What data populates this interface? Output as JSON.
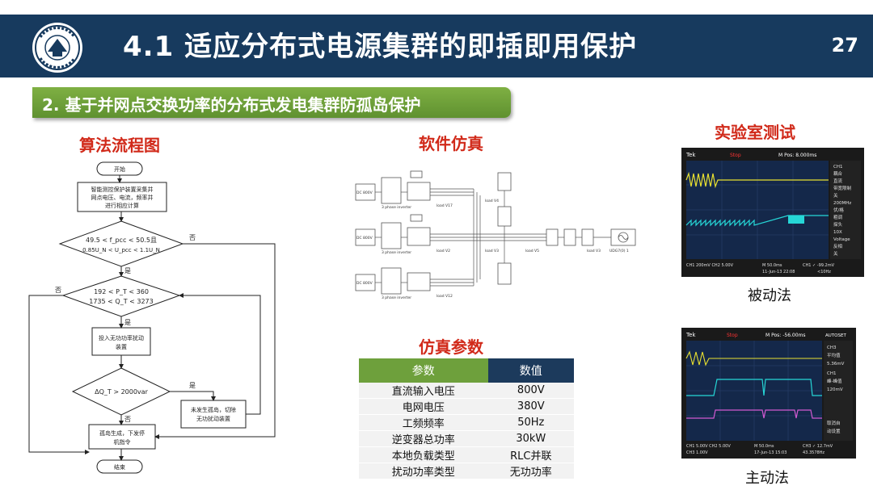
{
  "header": {
    "title": "4.1 适应分布式电源集群的即插即用保护",
    "page_number": "27"
  },
  "subtitle": "2. 基于并网点交换功率的分布式发电集群防孤岛保护",
  "flowchart": {
    "title": "算法流程图",
    "start": "开始",
    "step1": [
      "智能测控保护装置采集并",
      "网点电压、电流，频率并",
      "进行相应计算"
    ],
    "dec1": [
      "49.5 < f_pcc < 50.5且",
      "0.85U_N < U_pcc < 1.1U_N"
    ],
    "dec2": [
      "192 < P_T < 360",
      "1735 < Q_T < 3273"
    ],
    "step2": [
      "投入无功功率扰动",
      "装置"
    ],
    "dec3": "ΔQ_T > 2000var",
    "step3": [
      "未发生孤岛，切除",
      "无功扰动装置"
    ],
    "step4": [
      "孤岛生成，下发停",
      "机指令"
    ],
    "end": "结束",
    "yes": "是",
    "no": "否"
  },
  "software": {
    "title": "软件仿真",
    "labels": [
      "DC 800V",
      "DC 800V",
      "DC 800V",
      "3 phase inverter",
      "3 phase inverter",
      "3 phase inverter",
      "load V17",
      "load V2",
      "load V12",
      "load V3",
      "load V4",
      "load V5",
      "load V3",
      "UDG7(0) 1"
    ]
  },
  "params": {
    "title": "仿真参数",
    "headers": [
      "参数",
      "数值"
    ],
    "rows": [
      [
        "直流输入电压",
        "800V"
      ],
      [
        "电网电压",
        "380V"
      ],
      [
        "工频频率",
        "50Hz"
      ],
      [
        "逆变器总功率",
        "30kW"
      ],
      [
        "本地负载类型",
        "RLC并联"
      ],
      [
        "扰动功率类型",
        "无功功率"
      ]
    ]
  },
  "lab": {
    "title": "实验室测试",
    "scope1": {
      "caption": "被动法",
      "brand": "Tek",
      "status": "Stop",
      "timebase": "M Pos: 8.000ms",
      "side": [
        "CH1",
        "耦合",
        "直流",
        "带宽限制",
        "关",
        "200MHz",
        "伏/格",
        "粗调",
        "探头",
        "10X",
        "Voltage",
        "反相",
        "关"
      ],
      "bottom1": "CH1 200mV  CH2 5.00V",
      "bottom2": "M 50.0ms",
      "bottom3": "CH1 ✓ -99.2mV",
      "bottom4": "11-Jun-13 22:08",
      "bottom5": "<10Hz"
    },
    "scope2": {
      "caption": "主动法",
      "brand": "Tek",
      "status": "Stop",
      "timebase": "M Pos: -56.00ms",
      "mode": "AUTOSET",
      "side": [
        "CH3",
        "平均值",
        "5.36mV",
        "CH1",
        "峰-峰值",
        "120mV",
        "取消自",
        "动设置"
      ],
      "bottom1": "CH1 5.00V  CH2 5.00V",
      "bottom2": "CH3 1.00V",
      "bottom3": "M 50.0ms",
      "bottom4": "17-Jun-13 15:03",
      "bottom5": "CH3 ✓ 12.7mV",
      "bottom6": "43.3578Hz"
    }
  },
  "colors": {
    "header_bg": "#173a5e",
    "section_red": "#d12a1a",
    "bar_green": "#6ea03c"
  }
}
